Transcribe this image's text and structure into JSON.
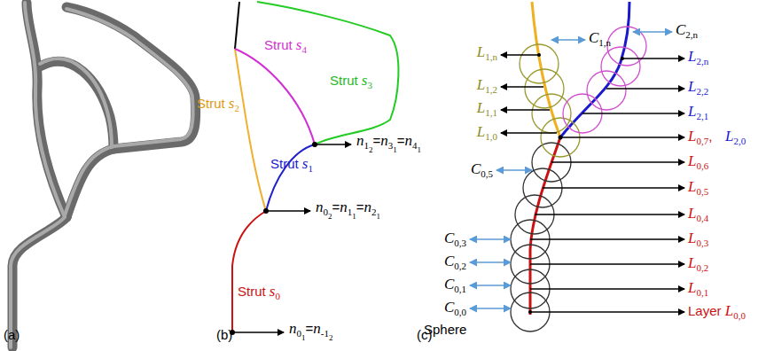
{
  "diagram": {
    "labels": [
      "(a)",
      "(b)",
      "(c)",
      "Strut s4",
      "Strut s3",
      "Strut s2",
      "Strut s1",
      "n12=n31=n41",
      "n02=n11=n21",
      "Strut s0",
      "n01=n-12",
      "C1,n",
      "C2,n",
      "L1,n",
      "L2,n",
      "L1,2",
      "L1,1",
      "L2,2",
      "L2,1",
      "L1,0",
      "L0,7,",
      "L2,0",
      "C0,5",
      "L0,6",
      "L0,5",
      "L0,4",
      "C0,3",
      "L0,3",
      "C0,2",
      "L0,2",
      "C0,1",
      "L0,1",
      "C0,0",
      "Sphere",
      "Layer L0,0"
    ]
  }
}
